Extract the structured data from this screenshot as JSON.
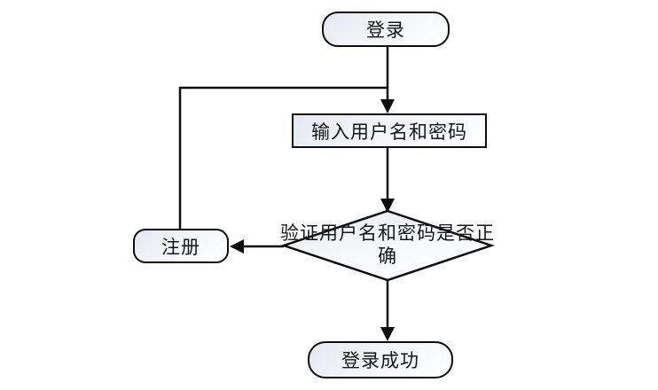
{
  "flowchart": {
    "nodes": {
      "start": {
        "label": "登录",
        "shape": "terminator"
      },
      "input": {
        "label": "输入用户名和密码",
        "shape": "process"
      },
      "verify": {
        "label": "验证用户名和密码是否正确",
        "shape": "decision"
      },
      "register": {
        "label": "注册",
        "shape": "terminator"
      },
      "success": {
        "label": "登录成功",
        "shape": "terminator"
      }
    },
    "edges": [
      {
        "from": "start",
        "to": "input",
        "arrow": true
      },
      {
        "from": "input",
        "to": "verify",
        "arrow": true
      },
      {
        "from": "verify",
        "to": "register",
        "arrow": true
      },
      {
        "from": "verify",
        "to": "success",
        "arrow": true
      },
      {
        "from": "register",
        "to": "input",
        "arrow": false,
        "note": "merges into start-to-input arrow"
      }
    ],
    "colors": {
      "stroke": "#0d0d0d",
      "node_fill_top": "#e6e9f0",
      "node_fill_bottom": "#ffffff",
      "text": "#161616",
      "background": "#ffffff"
    }
  }
}
